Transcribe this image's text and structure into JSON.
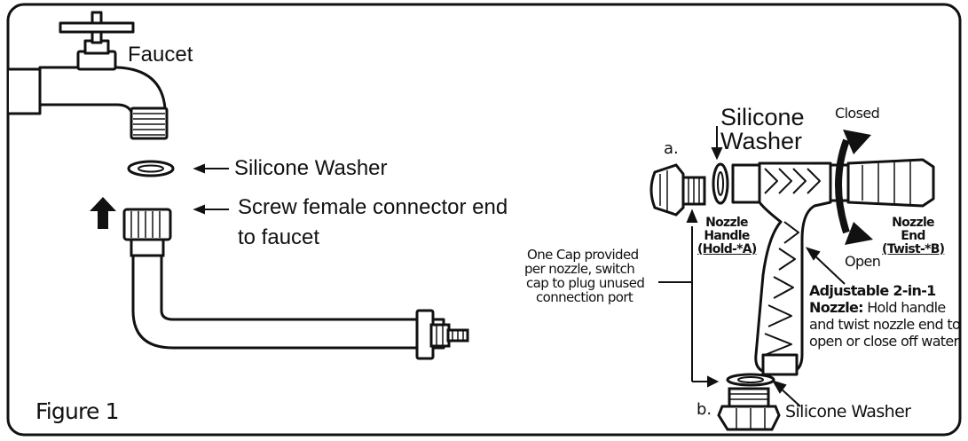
{
  "labels": {
    "faucet": "Faucet",
    "silicone_washer_top": "Silicone Washer",
    "screw_line1": "Screw female connector end",
    "screw_line2": "to faucet",
    "one_cap_line1": "One Cap provided",
    "one_cap_line2": "per nozzle, switch",
    "one_cap_line3": "cap to plug unused",
    "one_cap_line4": "connection port",
    "a_marker": "a.",
    "b_marker": "b.",
    "silicone_line1": "Silicone",
    "silicone_line2": "Washer",
    "closed": "Closed",
    "open": "Open",
    "nozzle_handle_line1": "Nozzle",
    "nozzle_handle_line2": "Handle",
    "nozzle_handle_line3": "(Hold-*A)",
    "nozzle_end_line1": "Nozzle",
    "nozzle_end_line2": "End",
    "nozzle_end_line3": "(Twist-*B)",
    "adjustable_title": "Adjustable 2-in-1",
    "adjustable_bold": "Nozzle:",
    "adjustable_text": " Hold handle and twist nozzle end to open or close off water.",
    "silicone_washer_bottom": "Silicone Washer",
    "figure_title": "Figure 1"
  }
}
